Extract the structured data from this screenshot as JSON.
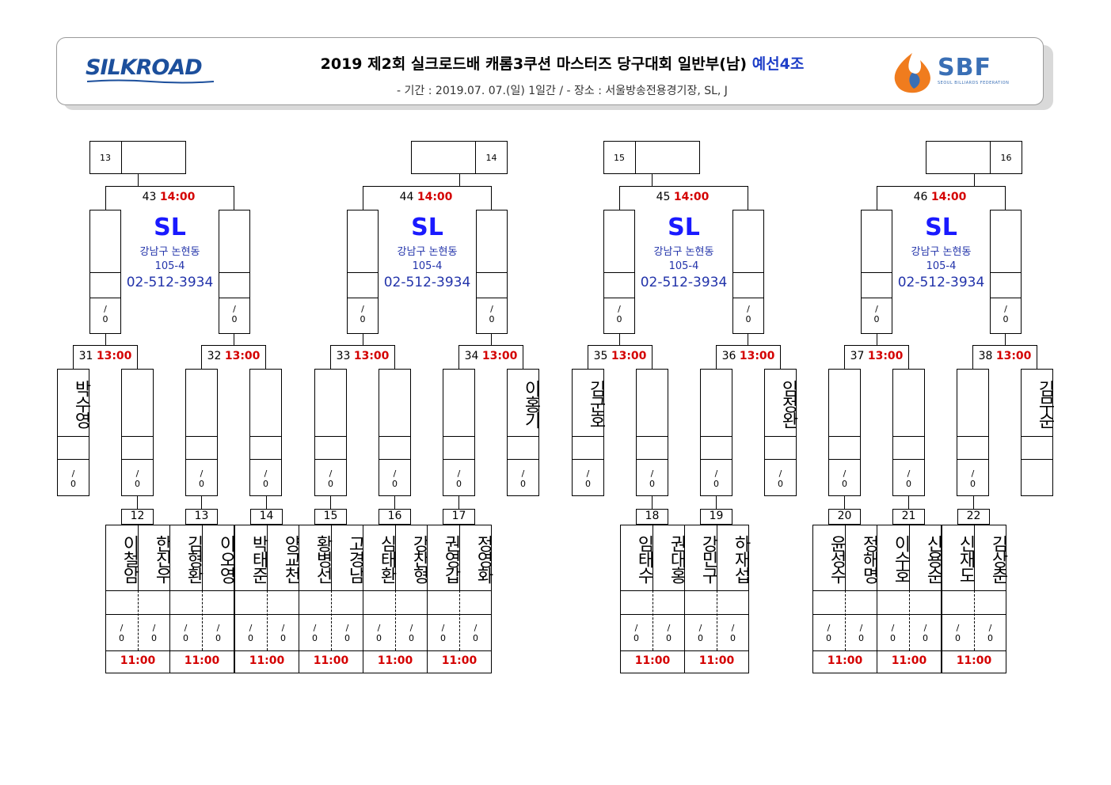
{
  "header": {
    "logo_left": "SILKROAD",
    "title_main": "2019 제2회 실크로드배 캐롬3쿠션 마스터즈 당구대회 일반부(남)",
    "title_accent": "예선4조",
    "subtitle": "- 기간 : 2019.07. 07.(일) 1일간 / - 장소 : 서울방송전용경기장, SL, J",
    "logo_right": "SBF",
    "logo_right_sub": "SEOUL BILLIARDS FEDERATION"
  },
  "venue": {
    "name": "SL",
    "addr1": "강남구 논현동",
    "addr2": "105-4",
    "phone": "02-512-3934"
  },
  "score_placeholder": "/ 0",
  "seeds": [
    "13",
    "14",
    "15",
    "16"
  ],
  "final_matches": [
    {
      "num": "43",
      "time": "14:00"
    },
    {
      "num": "44",
      "time": "14:00"
    },
    {
      "num": "45",
      "time": "14:00"
    },
    {
      "num": "46",
      "time": "14:00"
    }
  ],
  "mid_matches": [
    {
      "num": "31",
      "time": "13:00"
    },
    {
      "num": "32",
      "time": "13:00"
    },
    {
      "num": "33",
      "time": "13:00"
    },
    {
      "num": "34",
      "time": "13:00"
    },
    {
      "num": "35",
      "time": "13:00"
    },
    {
      "num": "36",
      "time": "13:00"
    },
    {
      "num": "37",
      "time": "13:00"
    },
    {
      "num": "38",
      "time": "13:00"
    }
  ],
  "mid_players": [
    "박수영",
    "",
    "",
    "",
    "",
    "",
    "",
    "이홍기",
    "김군호",
    "",
    "",
    "임정완",
    "",
    "",
    "",
    "김무순"
  ],
  "first_matches": [
    {
      "num": "12",
      "time": "11:00",
      "p1": "이철암",
      "p2": "한진우"
    },
    {
      "num": "13",
      "time": "11:00",
      "p1": "김형환",
      "p2": "이오영"
    },
    {
      "num": "14",
      "time": "11:00",
      "p1": "박태준",
      "p2": "양교천"
    },
    {
      "num": "15",
      "time": "11:00",
      "p1": "황병선",
      "p2": "고경남"
    },
    {
      "num": "16",
      "time": "11:00",
      "p1": "심태환",
      "p2": "강찬형"
    },
    {
      "num": "17",
      "time": "11:00",
      "p1": "권영갑",
      "p2": "정영화"
    },
    {
      "num": "18",
      "time": "11:00",
      "p1": "임태수",
      "p2": "권대홍"
    },
    {
      "num": "19",
      "time": "11:00",
      "p1": "강민구",
      "p2": "하재섭"
    },
    {
      "num": "20",
      "time": "11:00",
      "p1": "윤성수",
      "p2": "정해명"
    },
    {
      "num": "21",
      "time": "11:00",
      "p1": "이수호",
      "p2": "신용순"
    },
    {
      "num": "22",
      "time": "11:00",
      "p1": "신재도",
      "p2": "김상춘"
    }
  ],
  "colors": {
    "time": "#d40000",
    "venue": "#1a1aff",
    "accent": "#1f3fc8"
  }
}
